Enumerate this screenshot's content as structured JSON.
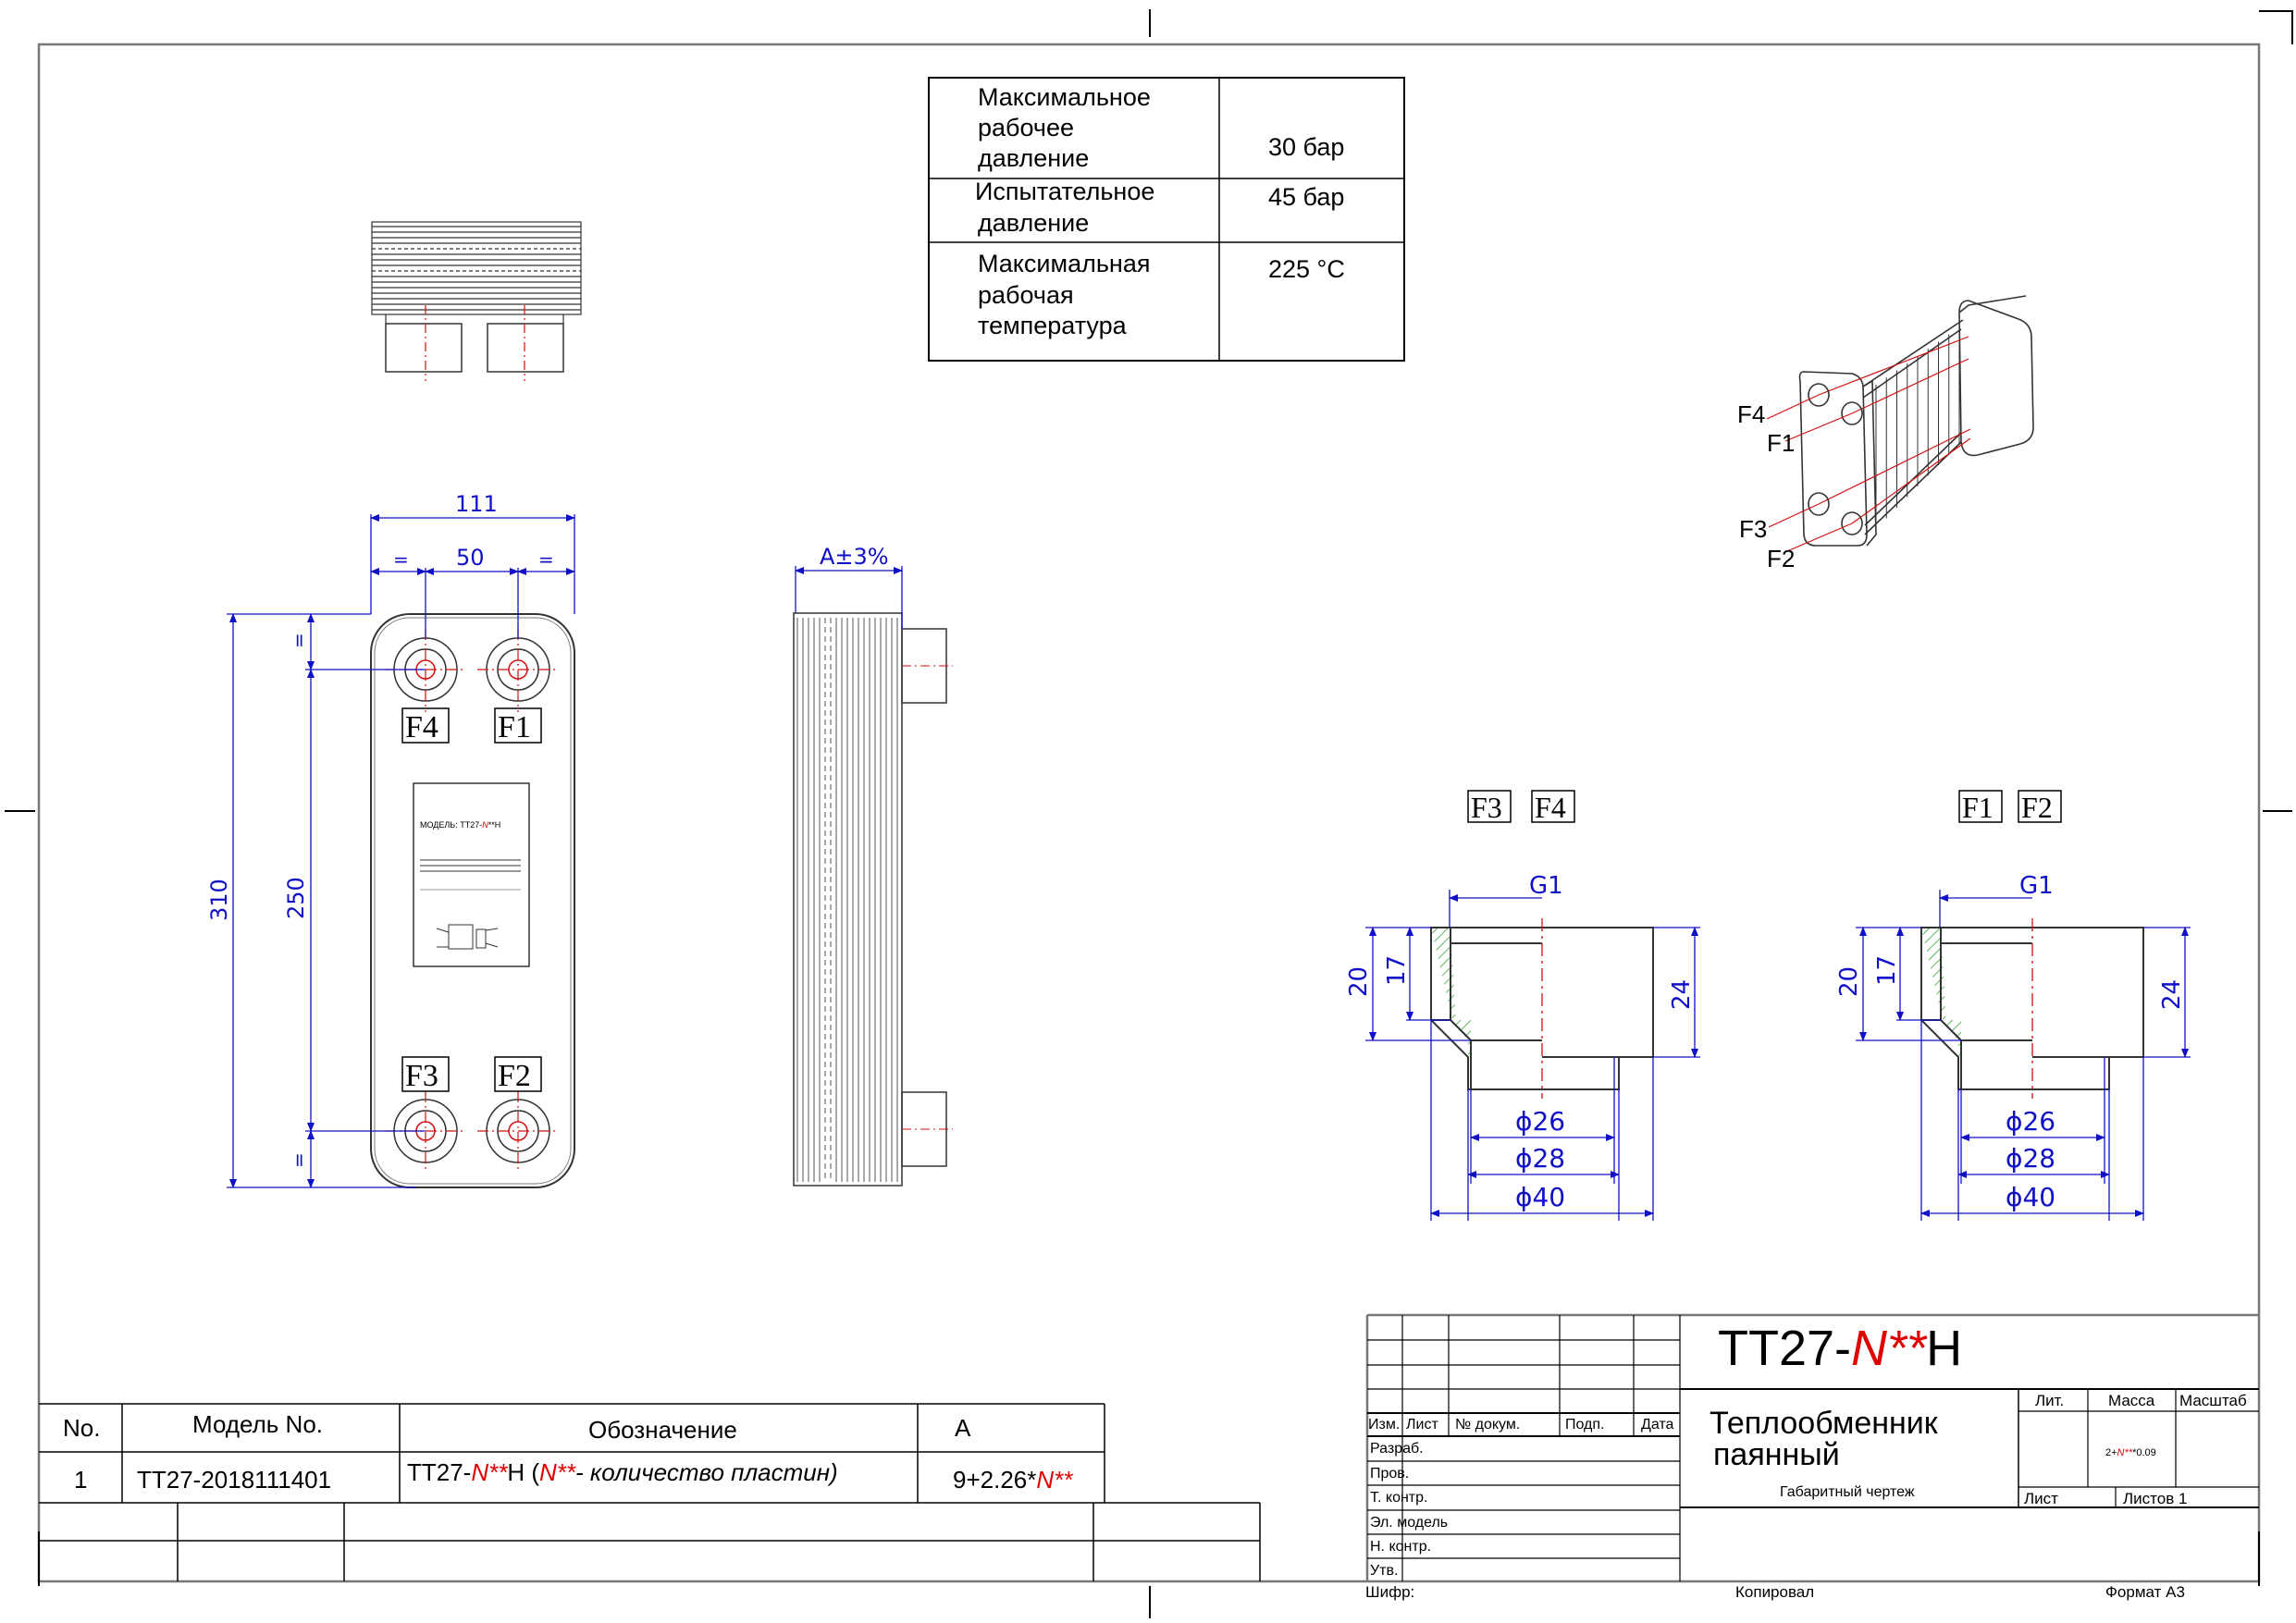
{
  "spec_table": {
    "rows": [
      {
        "param": [
          "Максимальное",
          "рабочее",
          "давление"
        ],
        "value": "30 бар"
      },
      {
        "param": [
          "Испытательное",
          "давление"
        ],
        "value": "45 бар"
      },
      {
        "param": [
          "Максимальная",
          "рабочая",
          "температура"
        ],
        "value": "225 °C"
      }
    ]
  },
  "front_view": {
    "dims": {
      "width": "111",
      "spacing": "50",
      "eq": "=",
      "height": "310",
      "port_spacing": "250"
    },
    "ports": {
      "top_left": "F4",
      "top_right": "F1",
      "bottom_left": "F3",
      "bottom_right": "F2"
    },
    "nameplate": {
      "model_prefix": "МОДЕЛЬ: TT27-",
      "model_n": "N",
      "model_suffix": "**H"
    }
  },
  "side_view": {
    "dim": "A±3%"
  },
  "iso_view": {
    "labels": [
      "F4",
      "F1",
      "F3",
      "F2"
    ]
  },
  "section_left": {
    "title_a": "F3",
    "title_b": "F4",
    "thread": "G1",
    "d1": "ϕ26",
    "d2": "ϕ28",
    "d3": "ϕ40",
    "h20": "20",
    "h17": "17",
    "h24": "24"
  },
  "section_right": {
    "title_a": "F1",
    "title_b": "F2",
    "thread": "G1",
    "d1": "ϕ26",
    "d2": "ϕ28",
    "d3": "ϕ40",
    "h20": "20",
    "h17": "17",
    "h24": "24"
  },
  "parts_table": {
    "headers": {
      "no": "No.",
      "model": "Модель No.",
      "designation": "Обозначение",
      "a": "A"
    },
    "row": {
      "no": "1",
      "model": "TT27-2018111401",
      "des_prefix": "TT27-",
      "des_n": "N**",
      "des_mid": "H  (",
      "des_note_n": "N**",
      "des_note": "- количество пластин)",
      "a_prefix": "9+2.26*",
      "a_n": "N**"
    }
  },
  "title_block": {
    "code_prefix": "TT27-",
    "code_n": "N**",
    "code_suffix": "H",
    "name_line1": "Теплообменник",
    "name_line2": "паянный",
    "subtitle": "Габаритный чертеж",
    "col_headers": [
      "Изм.",
      "Лист",
      "№ докум.",
      "Подп.",
      "Дата"
    ],
    "roles": [
      "Разраб.",
      "Пров.",
      "Т. контр.",
      "Эл. модель",
      "Н. контр.",
      "Утв."
    ],
    "lit": "Лит.",
    "mass": "Масса",
    "scale": "Масштаб",
    "mass_prefix": "2+",
    "mass_n": "N**",
    "mass_suffix": "*0.09",
    "sheet": "Лист",
    "sheets": "Листов 1",
    "cipher": "Шифр:",
    "copied": "Копировал",
    "format": "Формат A3"
  },
  "colors": {
    "dimension": "#1010c8",
    "center": "#d01010",
    "hatch": "#2aa02a",
    "highlight": "#e00000"
  }
}
